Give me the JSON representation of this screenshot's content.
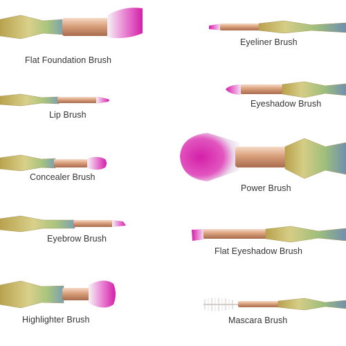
{
  "labels": {
    "flat_foundation": "Flat Foundation Brush",
    "lip": "Lip Brush",
    "concealer": "Concealer Brush",
    "eyebrow": "Eyebrow Brush",
    "highlighter": "Highlighter Brush",
    "eyeliner": "Eyeliner Brush",
    "eyeshadow": "Eyeshadow Brush",
    "power": "Power Brush",
    "flat_eyeshadow": "Flat Eyeshadow Brush",
    "mascara": "Mascara Brush"
  },
  "colors": {
    "background": "#ffffff",
    "label_text": "#333333",
    "bristle_tip": "#d81fa9",
    "bristle_base": "#f4f1f4",
    "ferrule_rose_gold": "#d9a27f",
    "handle_gold": "#c9b86a",
    "handle_green": "#9fc07a",
    "handle_blue": "#6c8fb0"
  }
}
